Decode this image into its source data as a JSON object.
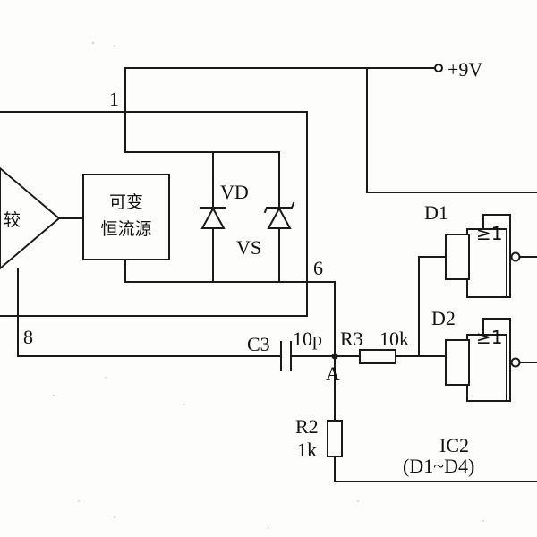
{
  "power": {
    "label": "+9V"
  },
  "comparator": {
    "label": "较"
  },
  "current_source": {
    "line1": "可变",
    "line2": "恒流源"
  },
  "pins": {
    "p1": "1",
    "p6": "6",
    "p8": "8"
  },
  "components": {
    "vd": "VD",
    "vs": "VS",
    "c3_ref": "C3",
    "c3_value": "10p",
    "r3_ref": "R3",
    "r3_value": "10k",
    "r2_ref": "R2",
    "r2_value": "1k"
  },
  "node_a": "A",
  "gates": {
    "d1": {
      "ref": "D1",
      "symbol": "≥1"
    },
    "d2": {
      "ref": "D2",
      "symbol": "≥1"
    }
  },
  "ic2": {
    "line1": "IC2",
    "line2": "(D1~D4)"
  }
}
